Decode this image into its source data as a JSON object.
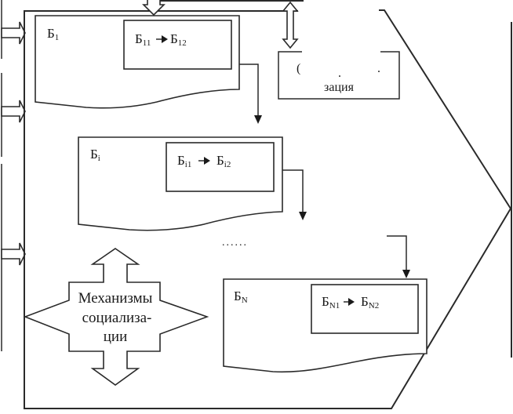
{
  "diagram": {
    "blocks": [
      {
        "id": "b1",
        "label": "Б",
        "label_sub": "1",
        "transition": {
          "from": "Б",
          "from_sub": "11",
          "to": "Б",
          "to_sub": "12"
        }
      },
      {
        "id": "bi",
        "label": "Б",
        "label_sub": "i",
        "transition": {
          "from": "Б",
          "from_sub": "i1",
          "to": "Б",
          "to_sub": "i2"
        }
      },
      {
        "id": "bn",
        "label": "Б",
        "label_sub": "N",
        "transition": {
          "from": "Б",
          "from_sub": "N1",
          "to": "Б",
          "to_sub": "N2"
        }
      }
    ],
    "ellipsis": "......",
    "mechanisms": {
      "line1": "Механизмы",
      "line2": "социализа-",
      "line3": "ции"
    },
    "socialization_box": {
      "line1_fragments": [
        "(",
        ".",
        "."
      ],
      "line2": "зация"
    },
    "transition_arrow_glyph": "→"
  }
}
